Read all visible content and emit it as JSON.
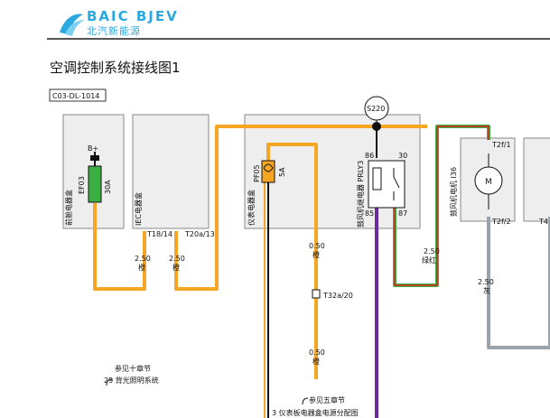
{
  "header": {
    "brand_en": "BAIC BJEV",
    "brand_cn": "北汽新能源"
  },
  "page_title": "空调控制系统接线图1",
  "diagram_code": "C03-DL-1014",
  "components": {
    "front_box": "前舱电器盒",
    "fuse_ef03": "EF03",
    "fuse_ef03_rating": "30A",
    "b_plus": "B+",
    "iec_box": "IEC电器盒",
    "instrument_box": "仪表电器盒",
    "fuse_pf05": "PF05",
    "fuse_pf05_rating": "5A",
    "relay_label": "鼓风机继电器 PRLY3",
    "splice": "S220",
    "pin_86": "86",
    "pin_30": "30",
    "pin_85": "85",
    "pin_87": "87",
    "motor_label": "鼓风机电机 I36",
    "motor_symbol": "M",
    "motor_pin_top": "T2f/1",
    "motor_pin_bottom": "T2f/2",
    "right_pin": "T4"
  },
  "connectors": {
    "t18_14": "T18/14",
    "t20a_13": "T20a/13",
    "t32a_20": "T32a/20"
  },
  "wires": {
    "w1_size": "2.50",
    "w1_color": "橙",
    "w2_size": "2.50",
    "w2_color": "橙",
    "w3_size": "0.50",
    "w3_color": "橙",
    "w4_size": "0.50",
    "w4_color": "橙",
    "w5_size": "2.50",
    "w5_color": "绿红",
    "w6_size": "2.50",
    "w6_color": "灰"
  },
  "references": {
    "ref1_title": "参见十章节",
    "ref1_text": "29 背光照明系统",
    "ref2_title": "参见五章节",
    "ref2_text": "3 仪表板电器盒电源分配图"
  },
  "colors": {
    "orange": "#f5a623",
    "green": "#3cb043",
    "red": "#e02020",
    "purple": "#6a2aa0",
    "gray": "#9aa3ab",
    "brand_blue": "#2aa8e0"
  }
}
